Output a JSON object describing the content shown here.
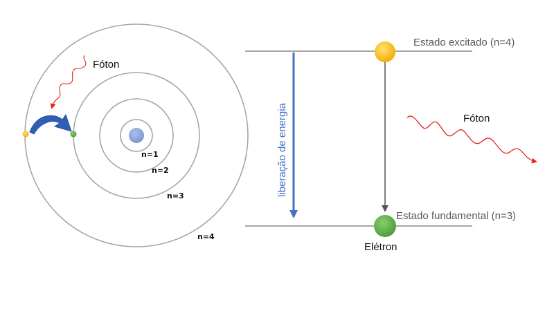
{
  "bohr_model": {
    "photon_label": "Fóton",
    "orbit_labels": [
      "n=1",
      "n=2",
      "n=3",
      "n=4"
    ]
  },
  "energy_diagram": {
    "excited_state_label": "Estado excitado (n=4)",
    "ground_state_label": "Estado fundamental (n=3)",
    "energy_release_label": "liberação de energia",
    "photon_label": "Fóton",
    "electron_label": "Elétron"
  },
  "colors": {
    "orbit": "#a6a6a6",
    "level_line": "#a6a6a6",
    "nucleus": "#8fa9dc",
    "electron_excited": "#f5b400",
    "electron_ground": "#5fb14b",
    "transition_arrow": "#2f5fb3",
    "energy_arrow": "#4472c4",
    "photon_wave": "#e2231a",
    "drop_line": "#555555",
    "text_gray": "#595959",
    "text_blue": "#4472c4"
  }
}
